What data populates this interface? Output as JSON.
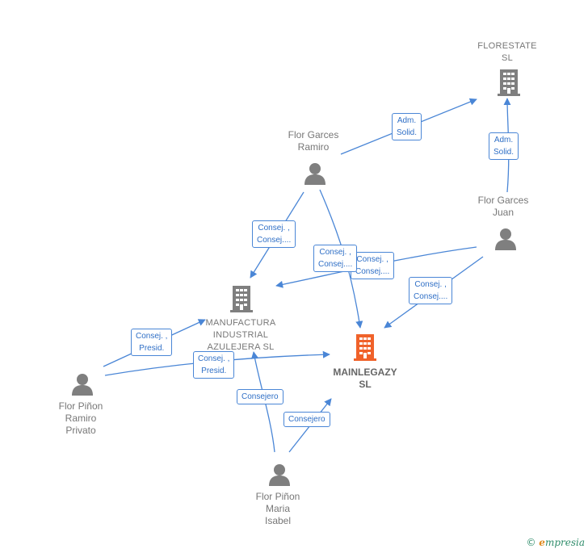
{
  "colors": {
    "edge": "#4a86d6",
    "person": "#7f7f7f",
    "company": "#7f7f7f",
    "focus_company": "#f0622a"
  },
  "nodes": {
    "florestate": {
      "label": "FLORESTATE\nSL",
      "icon": "building-icon"
    },
    "flor_garces_ramiro": {
      "label": "Flor Garces\nRamiro",
      "icon": "person-icon"
    },
    "flor_garces_juan": {
      "label": "Flor Garces\nJuan",
      "icon": "person-icon"
    },
    "manufactura": {
      "label": "MANUFACTURA\nINDUSTRIAL\nAZULEJERA SL",
      "icon": "building-icon"
    },
    "mainlegazy": {
      "label": "MAINLEGAZY\nSL",
      "icon": "building-icon"
    },
    "flor_pinon_ramiro": {
      "label": "Flor Piñon\nRamiro\nPrivato",
      "icon": "person-icon"
    },
    "flor_pinon_maria": {
      "label": "Flor Piñon\nMaria\nIsabel",
      "icon": "person-icon"
    }
  },
  "edges": {
    "ramiro_florestate": "Adm.\nSolid.",
    "juan_florestate": "Adm.\nSolid.",
    "ramiro_manufactura": "Consej. ,\nConsej....",
    "ramiro_mainlegazy": "Consej. ,\nConsej....",
    "juan_manufactura": "Consej. ,\nConsej....",
    "juan_mainlegazy": "Consej. ,\nConsej....",
    "pramiro_manufactura": "Consej. ,\nPresid.",
    "pramiro_mainlegazy": "Consej. ,\nPresid.",
    "maria_manufactura": "Consejero",
    "maria_mainlegazy": "Consejero"
  },
  "brand": {
    "copyright": "©",
    "name_first": "e",
    "name_rest": "mpresia"
  }
}
